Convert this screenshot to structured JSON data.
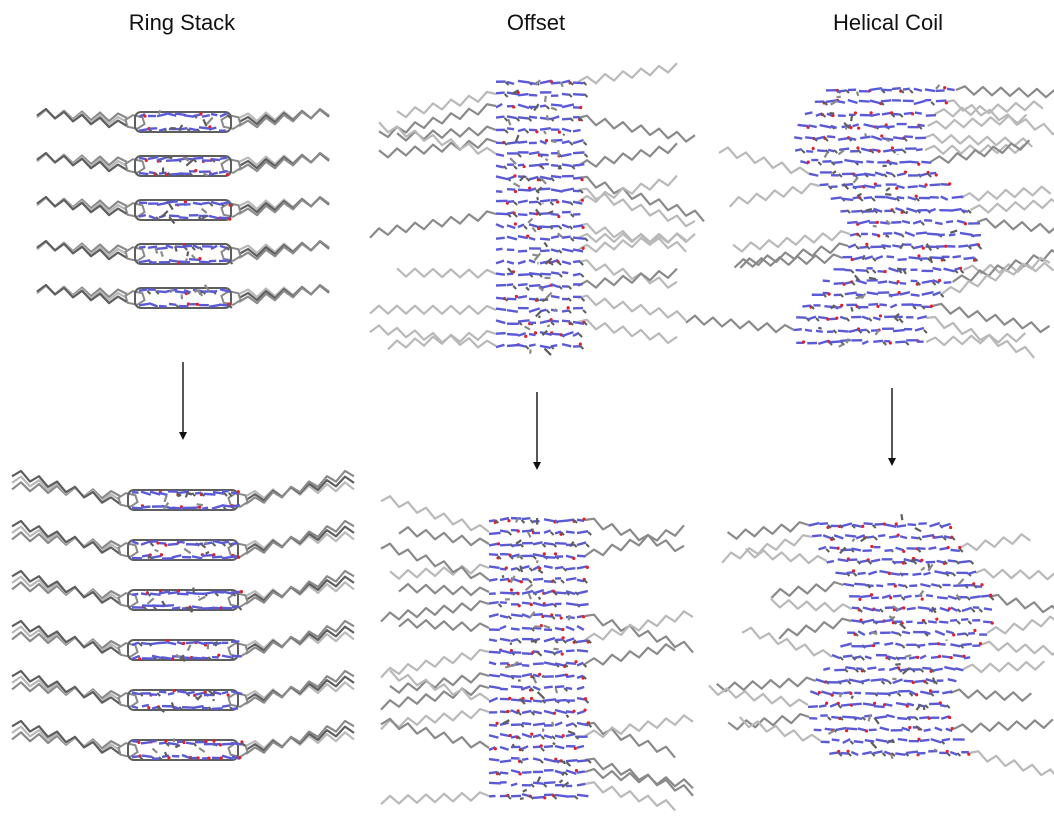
{
  "columns": [
    {
      "title": "Ring Stack"
    },
    {
      "title": "Offset"
    },
    {
      "title": "Helical Coil"
    }
  ],
  "colors": {
    "carbon": "#8a8a8a",
    "carbon_dark": "#5e5e5e",
    "carbon_light": "#b9b9b9",
    "nitrogen": "#5a5ad6",
    "oxygen": "#e0202a",
    "arrow": "#111111"
  }
}
